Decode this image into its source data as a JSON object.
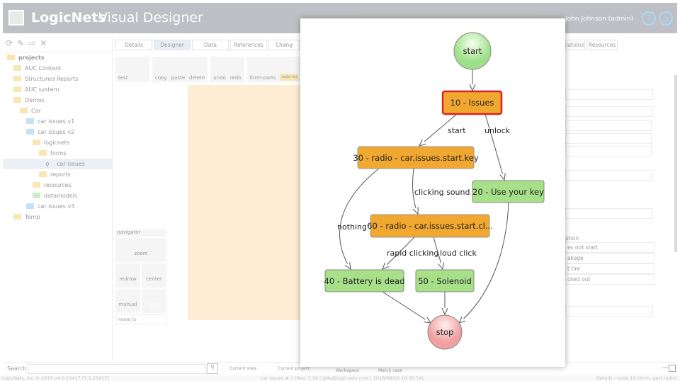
{
  "header": {
    "brand": "LogicNets",
    "title": "Visual Designer",
    "user": "John Johnson (admin)",
    "help_icon": "?",
    "home_icon": "⌂"
  },
  "tree": [
    {
      "label": "projects",
      "depth": 0,
      "color": "y"
    },
    {
      "label": "AUC Content",
      "depth": 1,
      "color": "y"
    },
    {
      "label": "Structured Reports",
      "depth": 1,
      "color": "y"
    },
    {
      "label": "AUC system",
      "depth": 1,
      "color": "y"
    },
    {
      "label": "Demos",
      "depth": 1,
      "color": "y"
    },
    {
      "label": "Car",
      "depth": 2,
      "color": "y"
    },
    {
      "label": "car issues v1",
      "depth": 3,
      "color": "b"
    },
    {
      "label": "car issues v2",
      "depth": 3,
      "color": "b"
    },
    {
      "label": "logicnets",
      "depth": 4,
      "color": "y"
    },
    {
      "label": "forms",
      "depth": 5,
      "color": "y"
    },
    {
      "label": "car issues",
      "depth": 6,
      "color": "s"
    },
    {
      "label": "reports",
      "depth": 5,
      "color": "y"
    },
    {
      "label": "resources",
      "depth": 4,
      "color": "y"
    },
    {
      "label": "datamodels",
      "depth": 4,
      "color": "g"
    },
    {
      "label": "car issues v3",
      "depth": 3,
      "color": "b"
    },
    {
      "label": "Temp",
      "depth": 1,
      "color": "y"
    }
  ],
  "tabs": [
    "Details",
    "Designer",
    "Data",
    "References",
    "Chang"
  ],
  "right_tabs": [
    "lations",
    "Resources"
  ],
  "toolbar": {
    "test": "test",
    "copy": "copy",
    "paste": "paste",
    "delete": "delete",
    "undo": "undo",
    "redo": "redo",
    "form_parts": "form-parts",
    "radio_list": "radio-list"
  },
  "navigator": {
    "title": "navigator",
    "zoom": "zoom",
    "redraw": "redraw",
    "center": "center",
    "manual": "manual",
    "grid": "grid",
    "move_to": "move to"
  },
  "right_panel": {
    "caption": "ption",
    "options": [
      "es not start",
      "akage",
      "t tire",
      "cked out"
    ],
    "more": "..."
  },
  "search": {
    "label": "Search",
    "options": [
      "Current view",
      "Current project",
      "Workspace",
      "Match case"
    ]
  },
  "status": {
    "left": "LogicNets, Inc © 2019 v4.0.23417 (7.3.23417)",
    "center": "car issues # 1 (Rev. 1.34 | jelle@logicnets.com | 2018/08/28 10:30:54)",
    "right": "Details - node 10 (form, part radio)"
  },
  "graph": {
    "nodes": {
      "start": "start",
      "n10": "10 - Issues",
      "n30": "30 - radio - car.issues.start.key",
      "n20": "20 - Use your key",
      "n60": "60 - radio - car.issues.start.cl...",
      "n40": "40 - Battery is dead",
      "n50": "50 - Solenoid",
      "stop": "stop"
    },
    "edges": {
      "start": "start",
      "unlock": "unlock",
      "clicking": "clicking sound",
      "nothing": "nothing",
      "rapid": "rapid clicking",
      "loud": "loud click"
    },
    "colors": {
      "orange": "#f0a830",
      "green": "#a8e08a",
      "red_border": "#e02020",
      "stop": "#f4b0b0"
    }
  }
}
